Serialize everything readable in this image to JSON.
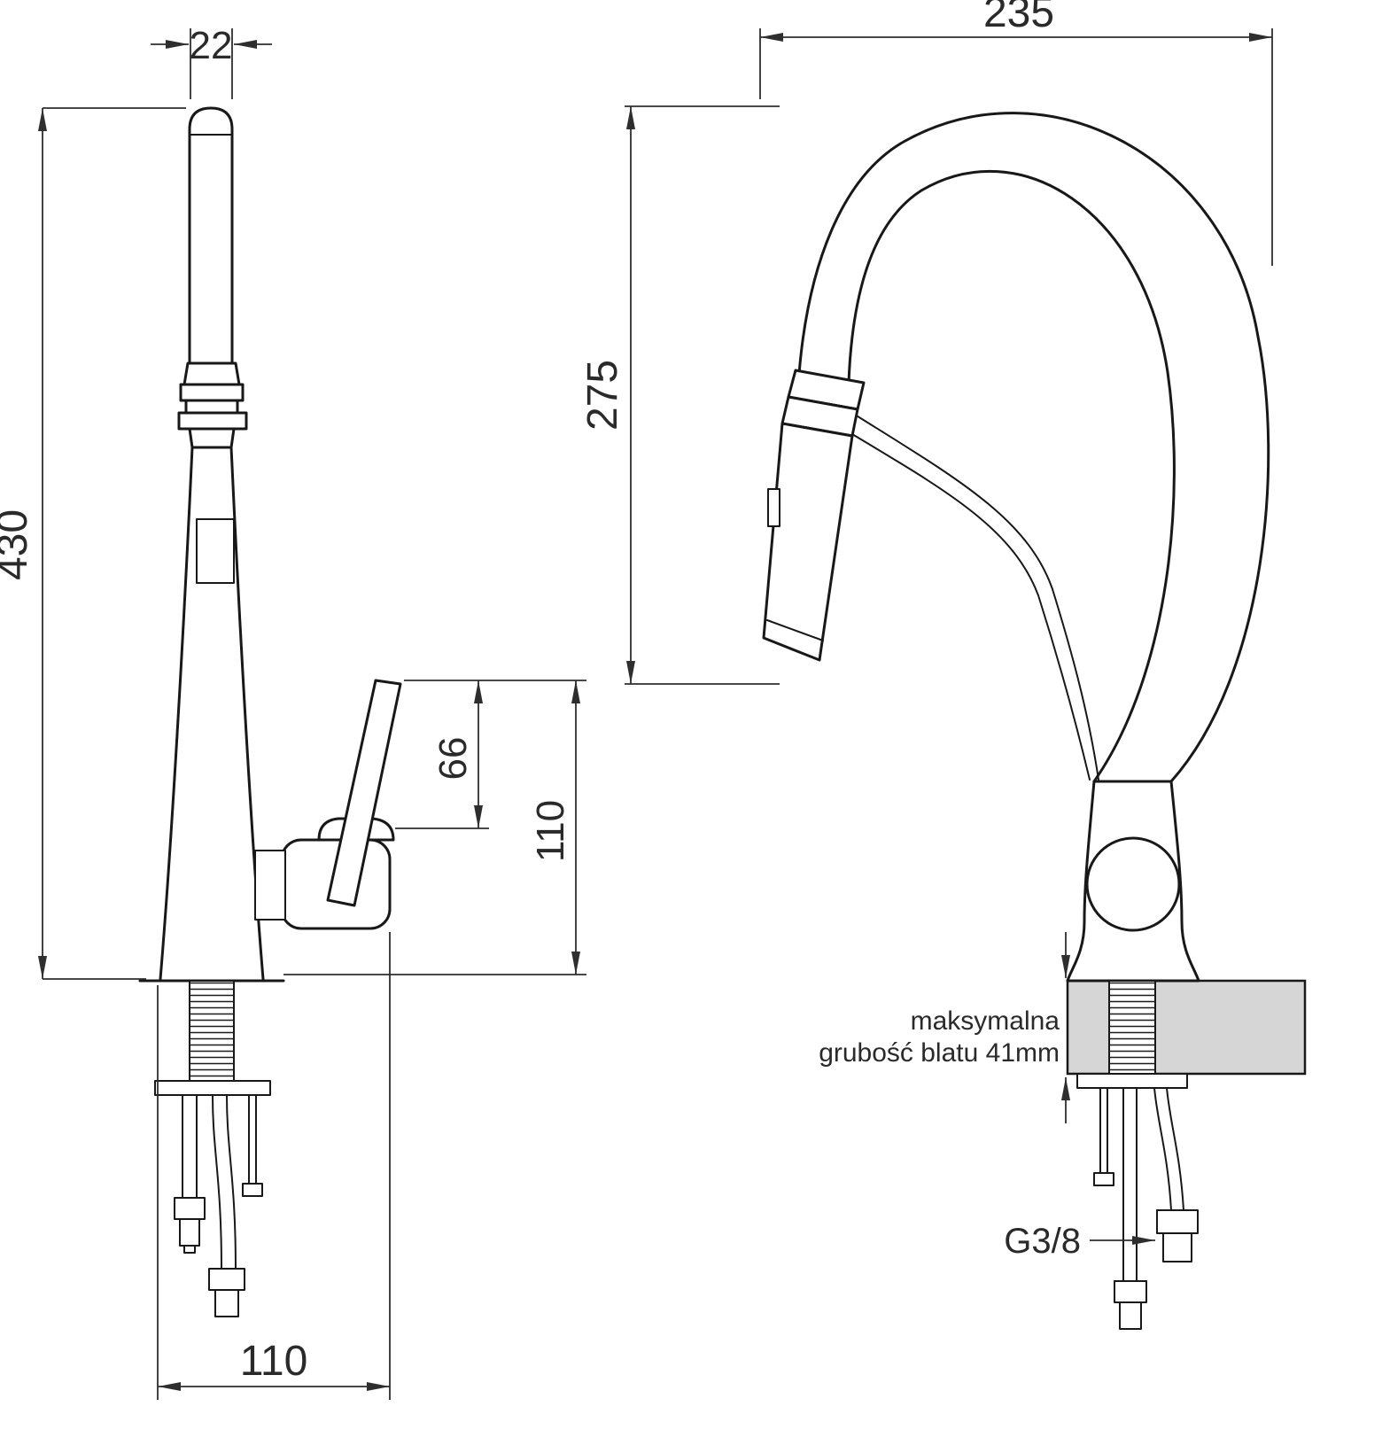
{
  "diagram": {
    "left_view": {
      "dim_spout_width": "22",
      "dim_total_height": "430",
      "dim_lever_height": "66",
      "dim_handle_height": "110",
      "dim_base_width": "110"
    },
    "right_view": {
      "dim_spout_reach": "235",
      "dim_spout_height": "275",
      "counter_note_line1": "maksymalna",
      "counter_note_line2": "grubość blatu 41mm",
      "connection_label": "G3/8"
    },
    "colors": {
      "line": "#181818",
      "dimension": "#2e2e2e",
      "counter_fill": "#d6d6d6",
      "background": "#ffffff"
    }
  }
}
